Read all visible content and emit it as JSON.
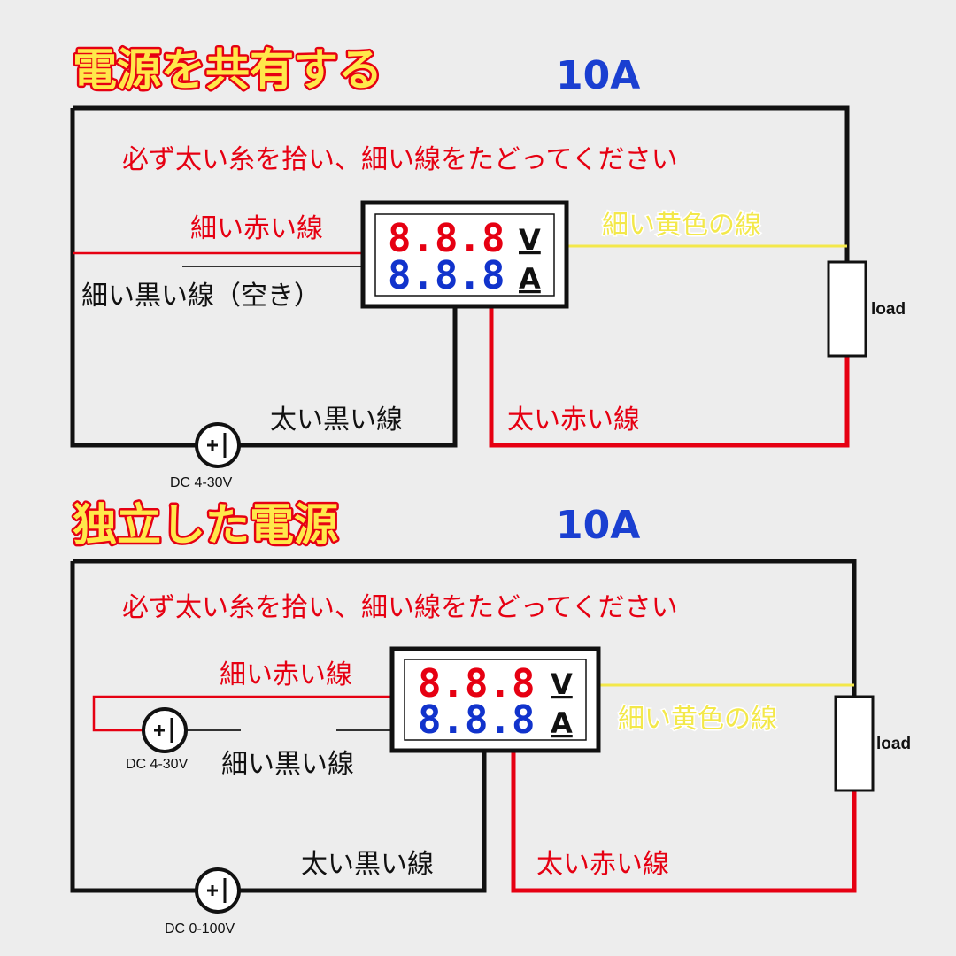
{
  "colors": {
    "wire_black": "#111111",
    "wire_red": "#e60012",
    "wire_yellow": "#f3e84a",
    "wire_thin_black": "#333333",
    "title_fill": "#ffe84a",
    "title_outline": "#e60012",
    "rating": "#1a3fd1",
    "voltage_digits": "#e60012",
    "current_digits": "#1133cc"
  },
  "icons": {
    "dc_source": "dc-source-icon",
    "load": "resistor-load-icon",
    "meter": "voltmeter-ammeter-icon"
  },
  "diagrams": [
    {
      "title": "電源を共有する",
      "rating": "10A",
      "note": "必ず太い糸を拾い、細い線をたどってください",
      "meter": {
        "voltage_display": "8.8.8",
        "voltage_unit": "V",
        "current_display": "8.8.8",
        "current_unit": "A"
      },
      "thin_red_label": "細い赤い線",
      "thin_black_label": "細い黒い線（空き）",
      "thin_yellow_label": "細い黄色の線",
      "thick_black_label": "太い黒い線",
      "thick_red_label": "太い赤い線",
      "load_label": "load",
      "source_label": "DC 4-30V"
    },
    {
      "title": "独立した電源",
      "rating": "10A",
      "note": "必ず太い糸を拾い、細い線をたどってください",
      "meter": {
        "voltage_display": "8.8.8",
        "voltage_unit": "V",
        "current_display": "8.8.8",
        "current_unit": "A"
      },
      "thin_red_label": "細い赤い線",
      "thin_black_label": "細い黒い線",
      "thin_yellow_label": "細い黄色の線",
      "thick_black_label": "太い黒い線",
      "thick_red_label": "太い赤い線",
      "load_label": "load",
      "meter_source_label": "DC 4-30V",
      "source_label": "DC 0-100V"
    }
  ]
}
